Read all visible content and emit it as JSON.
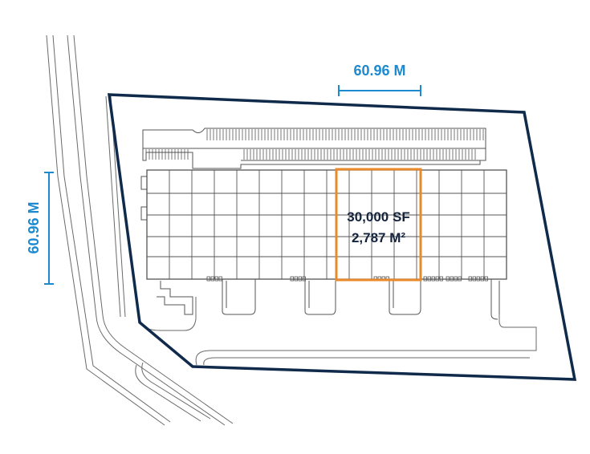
{
  "scale_horizontal": {
    "label": "60.96 M"
  },
  "scale_vertical": {
    "label": "60.96 M"
  },
  "highlight": {
    "area_sf": "30,000 SF",
    "area_m2": "2,787 M²"
  },
  "colors": {
    "site_boundary": "#0f2a4a",
    "scale_accent": "#1d8ad0",
    "highlight": "#e8892b",
    "linework": "#555555",
    "highlight_text": "#14233d"
  }
}
